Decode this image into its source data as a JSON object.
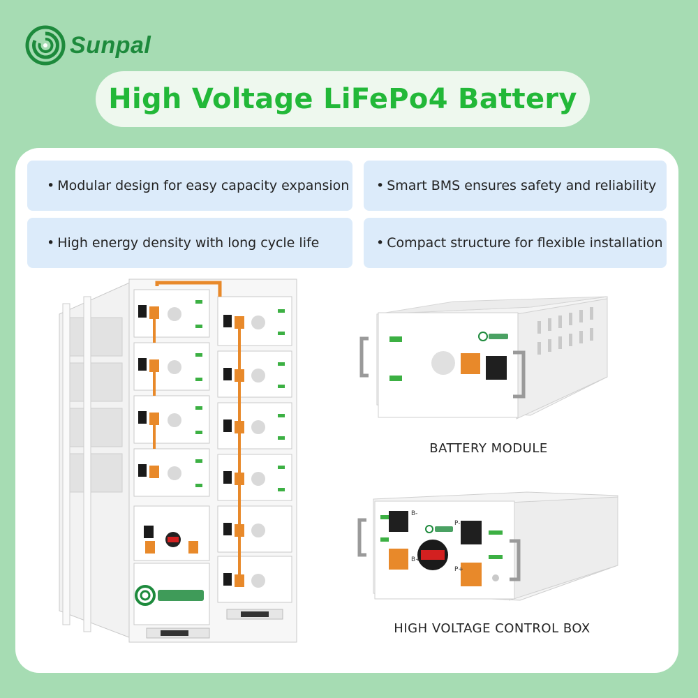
{
  "brand": {
    "name": "Sunpal"
  },
  "title": "High Voltage LiFePo4 Battery",
  "features": [
    "Modular design for easy capacity expansion",
    "Smart BMS ensures safety and reliability",
    "High energy density with long cycle life",
    "Compact structure for flexible installation"
  ],
  "captions": {
    "module": "BATTERY MODULE",
    "control_box": "HIGH VOLTAGE CONTROL BOX"
  },
  "control_box_labels": {
    "b_minus": "B-",
    "p_minus": "P-",
    "b_plus": "B+",
    "p_plus": "P+"
  },
  "colors": {
    "brand_green": "#1d8a3c",
    "title_green": "#22b838",
    "orange": "#e8892a",
    "feature_bg": "#dcebfa"
  }
}
